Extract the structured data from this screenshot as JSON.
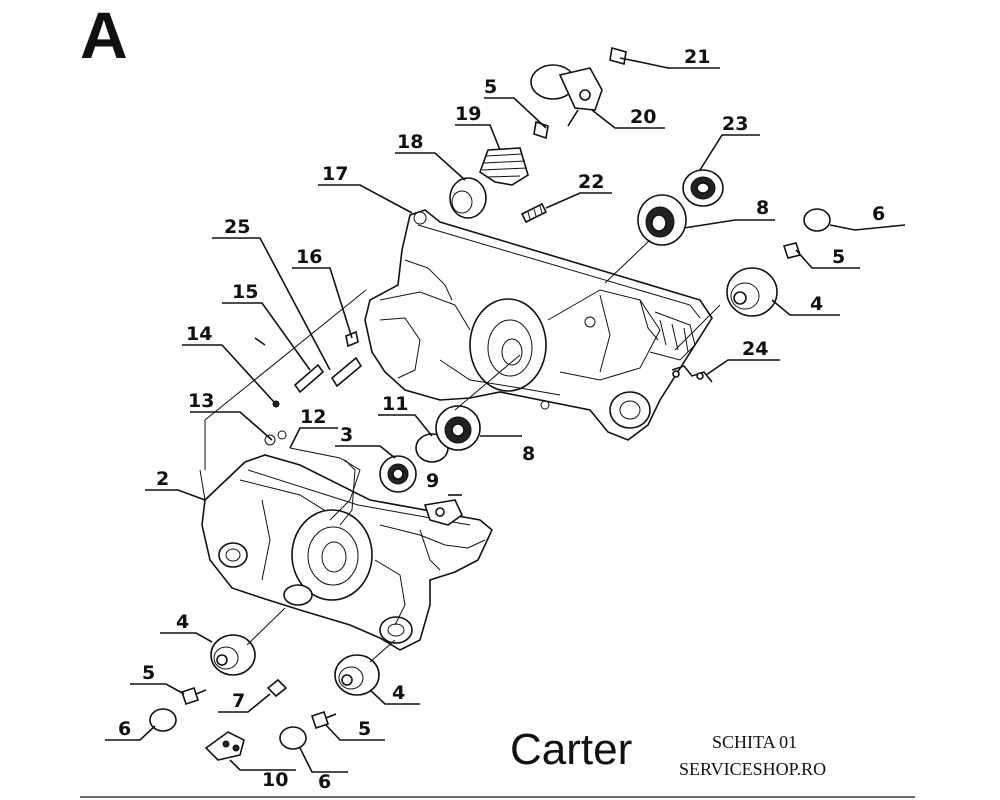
{
  "sheet_letter": "A",
  "title": "Carter",
  "sheet_code": "SCHITA 01",
  "shop": "SERVICESHOP.RO",
  "callouts": [
    "21",
    "5",
    "20",
    "19",
    "18",
    "23",
    "17",
    "22",
    "8",
    "6",
    "25",
    "16",
    "5",
    "15",
    "4",
    "14",
    "24",
    "13",
    "12",
    "11",
    "3",
    "8",
    "2",
    "9",
    "4",
    "5",
    "4",
    "7",
    "6",
    "5",
    "10",
    "6"
  ]
}
